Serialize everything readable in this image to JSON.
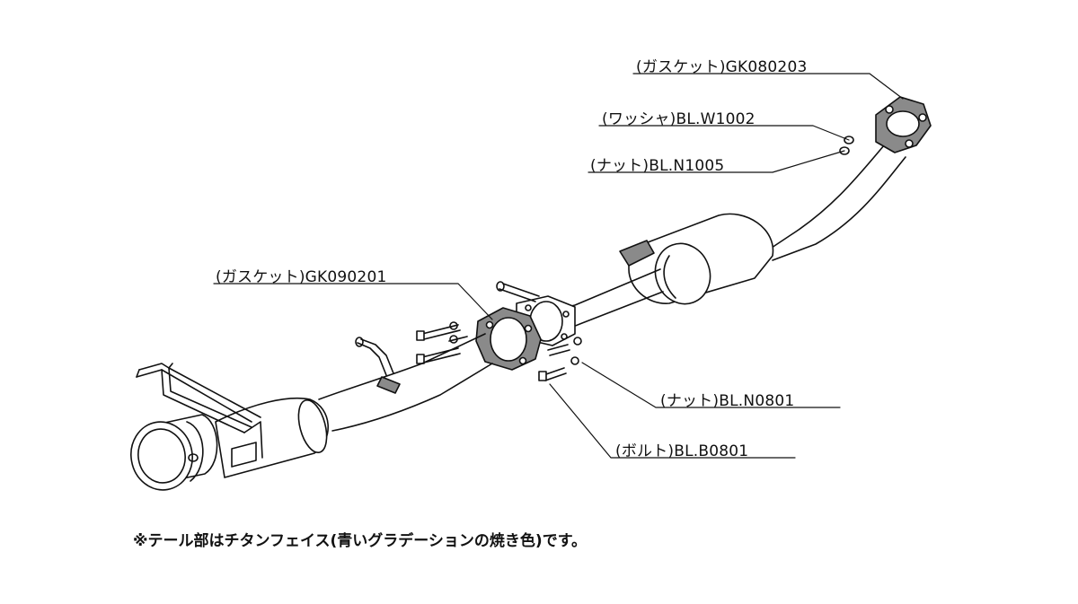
{
  "labels": {
    "gasket_front": "(ガスケット)GK080203",
    "washer": "(ワッシャ)BL.W1002",
    "nut_front": "(ナット)BL.N1005",
    "gasket_mid": "(ガスケット)GK090201",
    "nut_mid": "(ナット)BL.N0801",
    "bolt_mid": "(ボルト)BL.B0801"
  },
  "note": "※テール部はチタンフェイス(青いグラデーションの焼き色)です。",
  "colors": {
    "stroke": "#111111",
    "pipe_fill": "#ffffff",
    "gasket_fill": "#8a8a8a",
    "background": "#ffffff"
  },
  "icons": [
    "exhaust-pipe-drawing",
    "gasket-icon",
    "bolt-icon",
    "nut-icon"
  ]
}
